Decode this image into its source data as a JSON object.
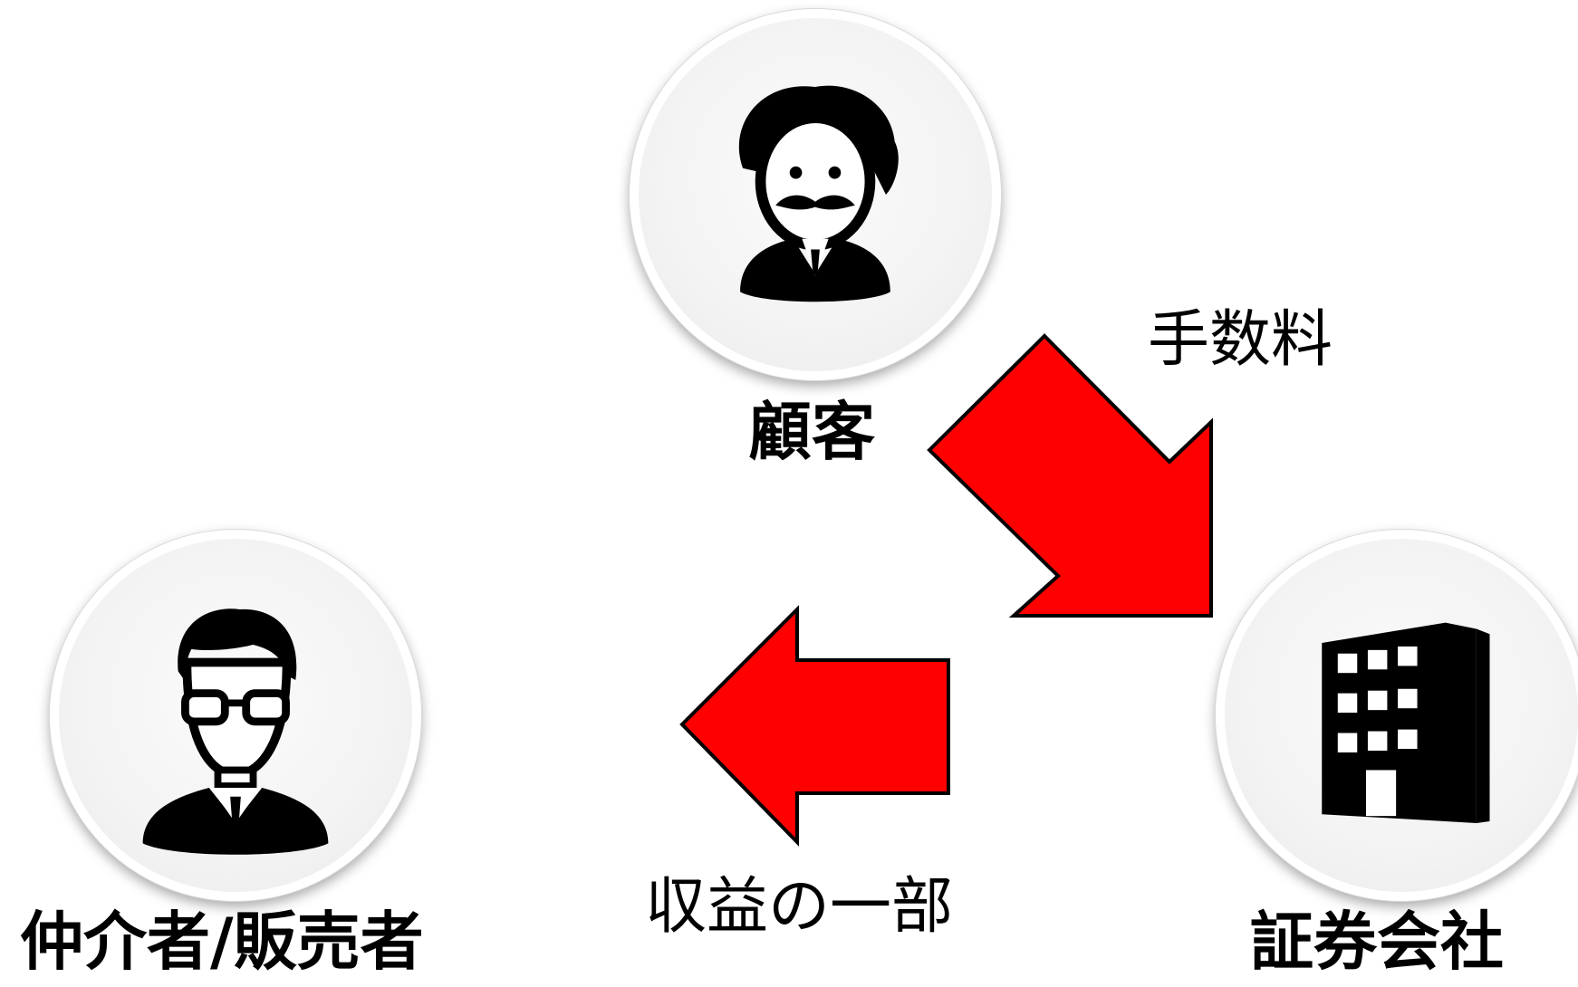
{
  "nodes": {
    "customer": {
      "label": "顧客",
      "icon": "customer-person-icon"
    },
    "broker": {
      "label": "仲介者/販売者",
      "icon": "businessman-glasses-icon"
    },
    "securities": {
      "label": "証券会社",
      "icon": "office-building-icon"
    }
  },
  "flows": {
    "fee": {
      "label": "手数料",
      "color": "#ff0000"
    },
    "revenue_share": {
      "label": "収益の一部",
      "color": "#ff0000"
    }
  }
}
